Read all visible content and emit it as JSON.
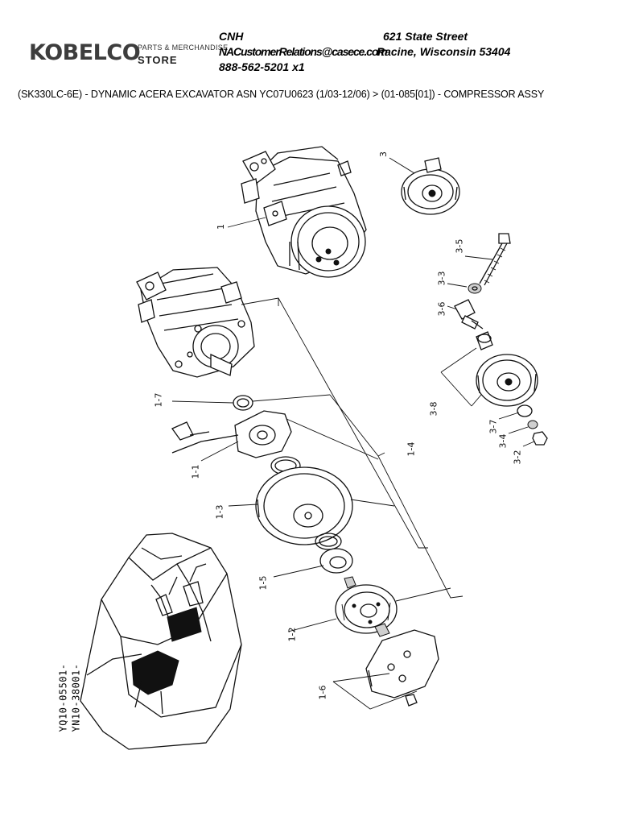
{
  "header": {
    "logo_text": "KOBELCO",
    "logo_tagline": "PARTS & MERCHANDISE",
    "logo_store": "STORE",
    "company": "CNH",
    "street": "621 State Street",
    "email": "NACustomerRelations@casece.com",
    "city": "Racine, Wisconsin 53404",
    "phone": "888-562-5201 x1"
  },
  "breadcrumb": "(SK330LC-6E) - DYNAMIC ACERA EXCAVATOR ASN YC07U0623 (1/03-12/06) > (01-085[01]) - COMPRESSOR ASSY",
  "callouts": {
    "c1": "1",
    "c3": "3",
    "c3_5": "3-5",
    "c3_3": "3-3",
    "c3_6": "3-6",
    "c3_8": "3-8",
    "c3_7": "3-7",
    "c3_4": "3-4",
    "c3_2": "3-2",
    "c1_7": "1-7",
    "c1_1": "1-1",
    "c1_4": "1-4",
    "c1_3": "1-3",
    "c1_5": "1-5",
    "c1_2": "1-2",
    "c1_6": "1-6"
  },
  "serials": {
    "s1": "YQ10-05501-",
    "s2": "YN10-38001-"
  },
  "icons": {
    "diagram": "compressor-exploded-view",
    "cab": "excavator-cab-location"
  }
}
